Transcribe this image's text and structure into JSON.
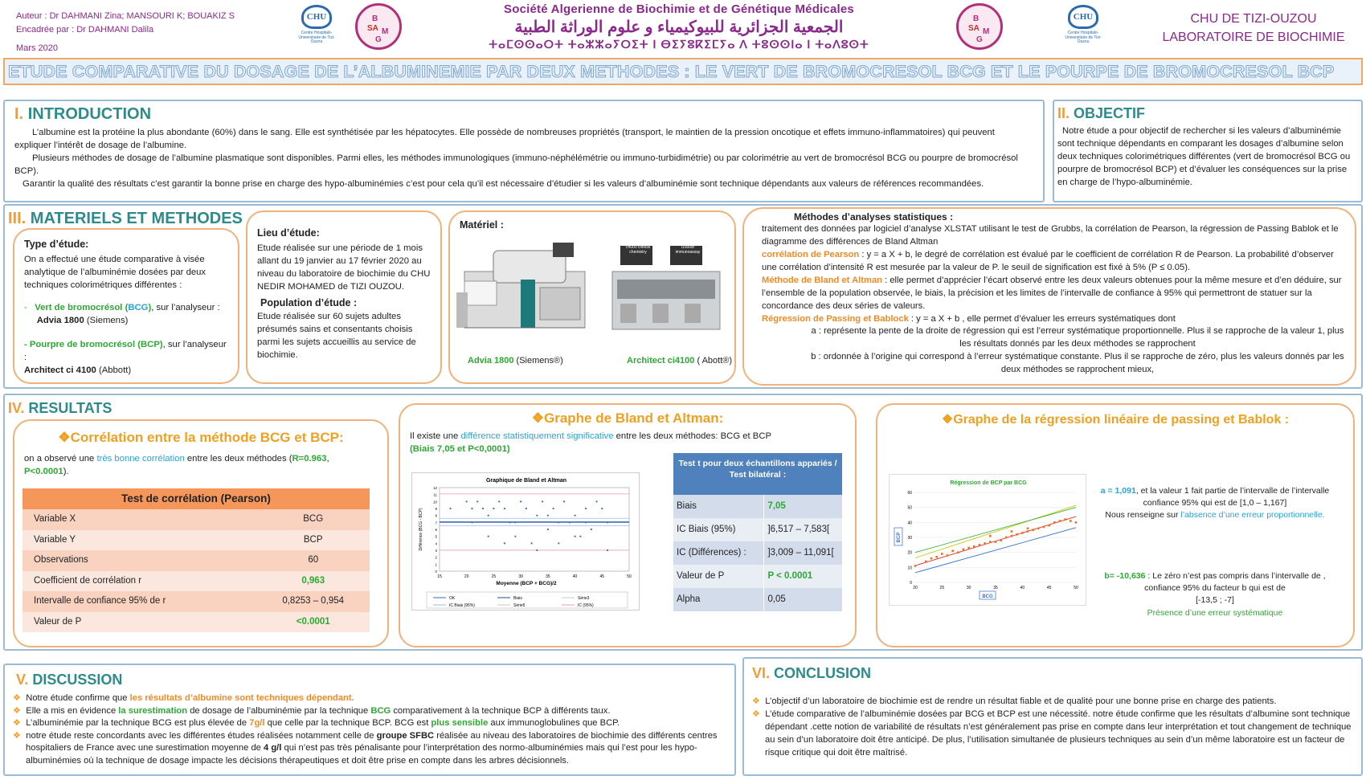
{
  "header": {
    "authors": "Auteur : Dr DAHMANI Zina; MANSOURI K; BOUAKIZ S",
    "supervisor": "Encadrée par : Dr DAHMANI Dalila",
    "date": "Mars 2020",
    "society_fr": "Société Algerienne de Biochimie et de Génétique Médicales",
    "society_ar": "الجمعية الجزائرية للبيوكيمياء و علوم الوراثة الطبية",
    "society_tif": "ⵜⴰⵎⵙⵙⴰⵔⵜ ⵜⴰⵣⵣⴰⵢⵔⵉⵜ ⵏ ⴱⵉⵢⵓⴽⵉⵎⵢⴰ ⴷ ⵜⵓⵙⵙⵏⴰ ⵏ ⵜⴰⴷⵓⵙⵜ",
    "chu_badge": "CHU",
    "chu_caption": "Centre Hospitalo-Universitaire de Tizi-Ouzou",
    "sam_letters": [
      "B",
      "SA",
      "M",
      "G"
    ],
    "right_line1": "CHU DE TIZI-OUZOU",
    "right_line2": "LABORATOIRE DE BIOCHIMIE",
    "title": "ETUDE COMPARATIVE DU DOSAGE DE L’ALBUMINEMIE PAR DEUX METHODES : LE  VERT DE BROMOCRESOL BCG  ET  LE POURPE DE BROMOCRESOL BCP"
  },
  "intro": {
    "num": "I.",
    "heading": "INTRODUCTION",
    "p1": "L’albumine est la protéine la plus abondante (60%) dans le sang. Elle est synthétisée par les hépatocytes. Elle possède de nombreuses propriétés (transport, le maintien de la pression oncotique et effets immuno-inflammatoires) qui peuvent expliquer l’intérêt de dosage de l’albumine.",
    "p2": "Plusieurs méthodes de dosage de l’albumine plasmatique sont disponibles. Parmi elles, les méthodes immunologiques (immuno-néphélémétrie ou immuno-turbidimétrie) ou par colorimétrie au vert de bromocrésol BCG ou pourpre de bromocrésol BCP).",
    "p3": "Garantir la qualité des résultats c’est garantir la bonne prise en charge des hypo-albuminémies c’est pour cela qu’il est nécessaire d’étudier si les valeurs d’albuminémie sont technique dépendants aux valeurs de références recommandées."
  },
  "objectif": {
    "num": "II.",
    "heading": "OBJECTIF",
    "text": "Notre étude a pour objectif de rechercher si les valeurs d’albuminémie sont technique dépendants en  comparant les dosages d’albumine selon deux  techniques colorimétriques différentes (vert de bromocrésol BCG ou pourpre de bromocrésol BCP) et d’évaluer les conséquences sur la prise en charge de l’hypo-albuminémie."
  },
  "methods": {
    "num": "III.",
    "heading": "MATERIELS ET METHODES",
    "type_title": "Type d’étude:",
    "type_text": "On a effectué une étude comparative à visée analytique de l’albuminémie dosées par deux techniques colorimétriques différentes :",
    "bcg_dash": "-",
    "bcg_label": "Vert de bromocrésol",
    "bcg_abbr": "BCG",
    "bcg_rest": ", sur l’analyseur :",
    "bcg_analyzer": "Advia 1800",
    "bcg_brand": "(Siemens)",
    "bcp_label": "- Pourpre de bromocrésol (BCP)",
    "bcp_rest": ", sur l’analyseur :",
    "bcp_analyzer": "Architect ci 4100",
    "bcp_brand": "(Abbott)",
    "lieu_title": "Lieu d’étude:",
    "lieu_text": "Etude réalisée sur une période de 1 mois allant du 19 janvier au 17 février 2020 au niveau du laboratoire de biochimie du CHU NEDIR MOHAMED de TIZI OUZOU.",
    "pop_title": "Population d’étude :",
    "pop_text": "Etude réalisée sur 60 sujets adultes présumés sains et consentants choisis parmi les sujets accueillis au service de biochimie.",
    "materiel_title": "Matériel :",
    "advia_name": "Advia 1800",
    "advia_brand": "(Siemens®)",
    "arch_name": "Architect ci4100",
    "arch_brand": "( Abott®)",
    "arch_screen1": "c4000 clinical chemistry",
    "arch_screen2": "i1000sr immunoassay",
    "stats_title": "Méthodes d’analyses statistiques :",
    "stats_intro": "traitement des données par logiciel d’analyse XLSTAT utilisant le test de Grubbs, la corrélation de Pearson, la régression de Passing Bablok et le diagramme des différences de Bland Altman",
    "pearson_label": "corrélation de Pearson",
    "pearson_text": " : y = a X + b, le degré de corrélation est évalué par le coefficient de corrélation R de Pearson. La probabilité d’observer une corrélation d’intensité R est mesurée par la valeur de P. le seuil de signification est fixé à 5% (P ≤ 0.05).",
    "bland_label": "Méthode de Bland et Altman",
    "bland_text": " : elle permet d’apprécier l’écart observé entre les deux valeurs obtenues pour la même mesure et d’en déduire, sur l’ensemble de la population observée, le biais,  la précision  et les limites de l’intervalle de confiance à 95% qui permettront de statuer sur la concordance des deux séries de valeurs.",
    "passing_label": "Régression de Passing et Bablock",
    "passing_text": " : y = a X + b , elle permet d’évaluer les erreurs  systématiques dont",
    "a_text": "a : représente la pente de la droite de régression qui est l’erreur systématique proportionnelle. Plus il se rapproche de la valeur 1, plus les résultats donnés par les deux méthodes se rapprochent",
    "b_text": "b : ordonnée à l’origine qui correspond à l’erreur systématique constante. Plus il se rapproche de zéro, plus les valeurs donnés par les deux méthodes  se rapprochent mieux,"
  },
  "results": {
    "num": "IV.",
    "heading": "RESULTATS",
    "corr_title": "Corrélation entre la méthode BCG et BCP:",
    "corr_text_a": "on a observé une ",
    "corr_text_b": "très bonne corrélation",
    "corr_text_c": " entre les deux méthodes (",
    "corr_text_d": "R=0.963",
    "corr_text_e": ",",
    "corr_text_f": "P<0.0001",
    "corr_text_g": ").",
    "pearson_table_title": "Test de corrélation (Pearson)",
    "pearson_rows": [
      {
        "k": "Variable X",
        "v": "BCG"
      },
      {
        "k": "Variable Y",
        "v": "BCP"
      },
      {
        "k": "Observations",
        "v": "60"
      },
      {
        "k": "Coefficient de corrélation r",
        "v": "0,963"
      },
      {
        "k": "Intervalle de confiance 95% de r",
        "v": "0,8253 – 0,954"
      },
      {
        "k": "Valeur de P",
        "v": "<0.0001"
      }
    ],
    "bland_title": "Graphe de Bland et Altman:",
    "bland_text_a": "Il existe une ",
    "bland_text_b": "différence statistiquement significative",
    "bland_text_c": " entre les deux méthodes: BCG et BCP",
    "bland_text_d": "(Biais 7,05 et P<0,0001)",
    "ttest_title": "Test t pour deux échantillons appariés / Test bilatéral :",
    "ttest_rows": [
      {
        "k": "Biais",
        "v": "7,05"
      },
      {
        "k": "IC Biais (95%)",
        "v": "]6,517 – 7,583["
      },
      {
        "k": "IC (Différences) :",
        "v": "]3,009 – 11,091["
      },
      {
        "k": "Valeur de P",
        "v": "P < 0.0001"
      },
      {
        "k": "Alpha",
        "v": "0,05"
      }
    ],
    "passing_title": "Graphe de la régression linéaire de passing et Bablok :",
    "a_value": "a = 1,091",
    "a_text": ", et la valeur 1 fait partie de l’intervalle de l’intervalle confiance 95% qui est de [1,0 – 1,167]",
    "a_conclusion_pre": "Nous renseigne sur ",
    "a_conclusion": "l’absence d’une erreur proportionnelle.",
    "b_value": "b= -10,636",
    "b_text": ": Le zéro n’est pas compris dans l’intervalle de , confiance 95% du facteur b qui est de",
    "b_interval": "[-13,5 ; -7]",
    "b_conclusion": "Présence d’une erreur systématique"
  },
  "discussion": {
    "num": "V.",
    "heading": "DISCUSSION",
    "items": [
      {
        "a": "Notre étude confirme que ",
        "b": "les résultats d’albumine sont techniques dépendant.",
        "c": ""
      },
      {
        "a": "Elle a mis en évidence ",
        "b": "la surestimation",
        "c": " de dosage de l’albuminémie par  la technique "
      },
      {
        "a": "L’albuminémie par la technique BCG est plus élevée de ",
        "b": "7g/l",
        "c": " que celle par la technique BCP. BCG est "
      },
      {
        "a": "notre étude reste concordants avec les différentes études réalisées notamment celle de ",
        "b": "groupe SFBC",
        "c": " réalisée au niveau des laboratoires de biochimie des différents centres hospitaliers de France avec une surestimation moyenne de "
      }
    ],
    "i2_bcg": "BCG",
    "i2_tail": " comparativement à la technique  BCP à différents taux.",
    "i3_sens": "plus sensible",
    "i3_tail": " aux immunoglobulines que BCP.",
    "i4_val": "4 g/l",
    "i4_tail": " qui n’est pas très pénalisante pour l’interprétation des normo-albuminémies mais qui l’est pour les hypo-albuminémies où la  technique de dosage impacte les décisions thérapeutiques et doit être prise en compte dans les arbres décisionnels."
  },
  "conclusion": {
    "num": "VI.",
    "heading": "CONCLUSION",
    "p1": "L’objectif d’un laboratoire de biochimie est de rendre un résultat fiable et de qualité pour une bonne prise en charge des patients.",
    "p2": "L’étude comparative de l’albuminémie dosées par BCG et BCP est une nécessité. notre étude confirme que les résultats d’albumine sont technique dépendant .cette notion de variabilité de résultats n’est généralement pas prise en compte dans leur interprétation et tout changement de technique au sein d’un laboratoire doit être anticipé. De plus, l’utilisation simultanée de plusieurs techniques au sein d’un même laboratoire est un facteur de risque critique qui doit être maîtrisé."
  },
  "chart_data": [
    {
      "type": "scatter",
      "title": "Graphique de Bland et Altman",
      "xlabel": "Moyenne (BCP + BCG)/2",
      "ylabel": "Différence (BCG - BCP)",
      "xlim": [
        15,
        50
      ],
      "ylim": [
        0,
        12
      ],
      "xticks": [
        15,
        20,
        25,
        30,
        35,
        40,
        45,
        50
      ],
      "yticks": [
        0,
        1,
        2,
        3,
        4,
        5,
        6,
        7,
        8,
        9,
        10,
        11,
        12
      ],
      "points": [
        [
          17,
          9
        ],
        [
          20,
          10
        ],
        [
          21,
          9
        ],
        [
          22,
          10
        ],
        [
          23,
          9
        ],
        [
          24,
          5
        ],
        [
          25,
          9
        ],
        [
          26,
          10
        ],
        [
          27,
          9
        ],
        [
          28,
          7
        ],
        [
          29,
          5
        ],
        [
          30,
          10
        ],
        [
          31,
          9
        ],
        [
          32,
          4
        ],
        [
          33,
          8
        ],
        [
          34,
          10
        ],
        [
          35,
          6
        ],
        [
          36,
          9
        ],
        [
          37,
          4
        ],
        [
          38,
          10
        ],
        [
          39,
          7
        ],
        [
          40,
          8
        ],
        [
          41,
          5
        ],
        [
          42,
          7
        ],
        [
          43,
          6
        ],
        [
          44,
          10
        ],
        [
          45,
          9
        ],
        [
          46,
          7
        ],
        [
          29,
          7
        ],
        [
          33,
          3
        ],
        [
          37,
          7
        ],
        [
          46,
          3
        ],
        [
          24,
          8
        ],
        [
          35,
          8
        ],
        [
          42,
          9
        ],
        [
          27,
          4
        ],
        [
          40,
          5
        ],
        [
          21,
          7
        ]
      ],
      "bias": 7.05,
      "ic_bias": [
        6.517,
        7.583
      ],
      "ic_diff": [
        3.009,
        11.091
      ],
      "legend": [
        "OK",
        "Biais",
        "Série3",
        "IC Biais (95%)",
        "Série5",
        "IC (95%)"
      ],
      "colors": {
        "points": "#2f6fc4",
        "bias": "#1f4fa0",
        "ic_bias": "#9bbde8",
        "ic": "#e8a0a0"
      }
    },
    {
      "type": "scatter",
      "title": "Régression de BCP par BCG",
      "xlabel": "BCG",
      "ylabel": "BCP",
      "xlim": [
        20,
        50
      ],
      "ylim": [
        0,
        60
      ],
      "xticks": [
        20,
        25,
        30,
        35,
        40,
        45,
        50
      ],
      "yticks": [
        0,
        10,
        20,
        30,
        40,
        50,
        60
      ],
      "points": [
        [
          20,
          11
        ],
        [
          22,
          14
        ],
        [
          23,
          16
        ],
        [
          24,
          17
        ],
        [
          25,
          19
        ],
        [
          26,
          18
        ],
        [
          27,
          21
        ],
        [
          28,
          20
        ],
        [
          29,
          22
        ],
        [
          30,
          23
        ],
        [
          31,
          24
        ],
        [
          32,
          25
        ],
        [
          33,
          26
        ],
        [
          34,
          27
        ],
        [
          35,
          27
        ],
        [
          36,
          28
        ],
        [
          37,
          30
        ],
        [
          38,
          31
        ],
        [
          39,
          32
        ],
        [
          40,
          33
        ],
        [
          41,
          34
        ],
        [
          42,
          35
        ],
        [
          43,
          36
        ],
        [
          44,
          37
        ],
        [
          45,
          38
        ],
        [
          46,
          40
        ],
        [
          47,
          41
        ],
        [
          48,
          42
        ],
        [
          49,
          41
        ],
        [
          50,
          40
        ],
        [
          34,
          31
        ],
        [
          38,
          34
        ],
        [
          41,
          36
        ]
      ],
      "lines": [
        {
          "name": "regression",
          "a": 1.091,
          "b": -10.636,
          "color": "#e03030"
        },
        {
          "name": "upper",
          "a": 1.167,
          "b": -7,
          "color": "#c8c800"
        },
        {
          "name": "identity",
          "a": 1,
          "b": 0,
          "color": "#3cb043"
        },
        {
          "name": "lower",
          "a": 1.0,
          "b": -13.5,
          "color": "#3070d0"
        }
      ],
      "colors": {
        "points": "#e87020"
      }
    }
  ]
}
